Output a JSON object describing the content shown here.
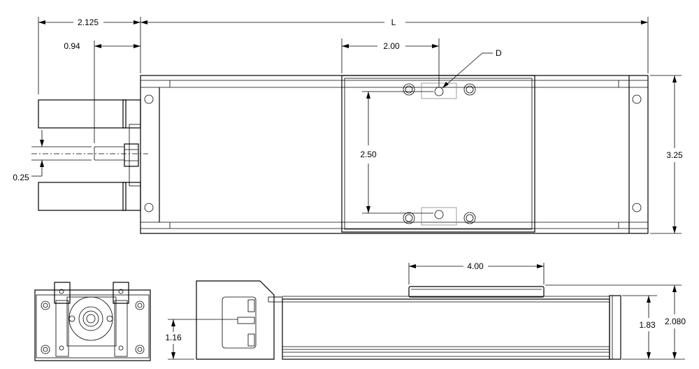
{
  "dimensions": {
    "overall_length": "L",
    "motor_offset": "2.125",
    "shaft_offset": "0.94",
    "hole_spacing_x": "2.00",
    "hole_label": "D",
    "hole_spacing_y": "2.50",
    "shaft_gap": "0.25",
    "body_width": "3.25",
    "carriage_length": "4.00",
    "shaft_height": "1.16",
    "body_height": "1.83",
    "overall_height": "2.080"
  }
}
